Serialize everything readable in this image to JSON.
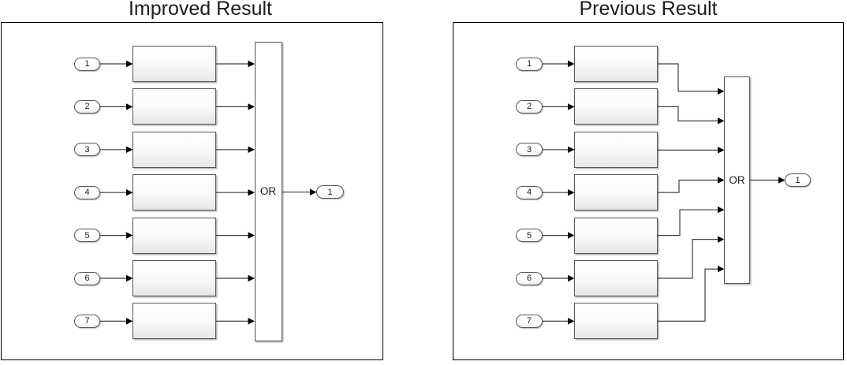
{
  "panels": [
    {
      "title": "Improved Result",
      "routing": "straight",
      "ports": [
        {
          "label": "1"
        },
        {
          "label": "2"
        },
        {
          "label": "3"
        },
        {
          "label": "4"
        },
        {
          "label": "5"
        },
        {
          "label": "6"
        },
        {
          "label": "7"
        }
      ],
      "gate": {
        "label": "OR"
      },
      "output_port": {
        "label": "1"
      }
    },
    {
      "title": "Previous Result",
      "routing": "stepped",
      "ports": [
        {
          "label": "1"
        },
        {
          "label": "2"
        },
        {
          "label": "3"
        },
        {
          "label": "4"
        },
        {
          "label": "5"
        },
        {
          "label": "6"
        },
        {
          "label": "7"
        }
      ],
      "gate": {
        "label": "OR"
      },
      "output_port": {
        "label": "1"
      }
    }
  ],
  "colors": {
    "background": "#ffffff",
    "wire": "#3f3f3f",
    "arrow": "#000000",
    "block_border": "#575757",
    "block_fill_top": "#ffffff",
    "block_fill_bottom": "#e7e7e7",
    "panel_border": "#000000",
    "text": "#1c1c1c"
  }
}
